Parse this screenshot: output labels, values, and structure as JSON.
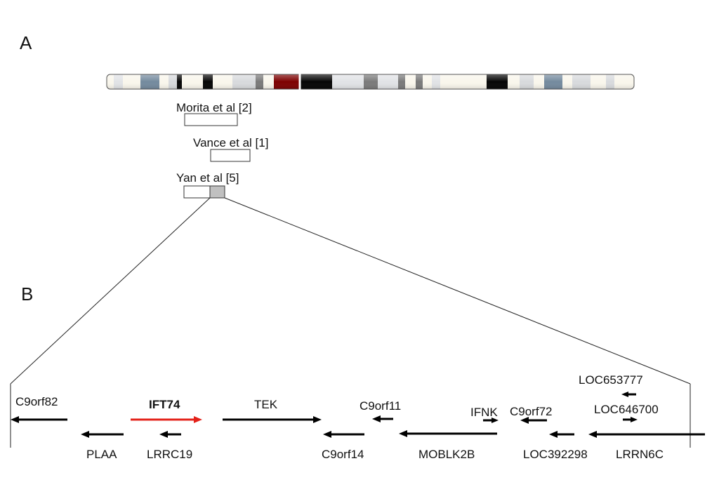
{
  "panels": {
    "a": "A",
    "b": "B"
  },
  "chromosome_bands": [
    {
      "id": "b01",
      "color": "#f9f6ec"
    },
    {
      "id": "b02",
      "color": "#e1e3e6"
    },
    {
      "id": "b03",
      "color": "#f9f6ec"
    },
    {
      "id": "b04",
      "color": "#748a9e"
    },
    {
      "id": "b05",
      "color": "#f9f6ec"
    },
    {
      "id": "b06",
      "color": "#d8dadd"
    },
    {
      "id": "b07",
      "color": "#050505"
    },
    {
      "id": "b08",
      "color": "#f9f6ec"
    },
    {
      "id": "b09",
      "color": "#050505"
    },
    {
      "id": "b10",
      "color": "#f9f6ec"
    },
    {
      "id": "b11",
      "color": "#d8dadd"
    },
    {
      "id": "b12",
      "color": "#7a7a7a"
    },
    {
      "id": "b13",
      "color": "#f9f6ec"
    },
    {
      "id": "b14",
      "color": "#7d0000"
    },
    {
      "id": "b15",
      "color": "#7d0000"
    },
    {
      "id": "b16",
      "color": "#050505"
    },
    {
      "id": "b17",
      "color": "#e1e3e6"
    },
    {
      "id": "b18",
      "color": "#7a7a7a"
    },
    {
      "id": "b19",
      "color": "#e1e3e6"
    },
    {
      "id": "b20",
      "color": "#7a7a7a"
    },
    {
      "id": "b21",
      "color": "#f9f6ec"
    },
    {
      "id": "b22",
      "color": "#7a7a7a"
    },
    {
      "id": "b23",
      "color": "#f9f6ec"
    },
    {
      "id": "b24",
      "color": "#e1e3e6"
    },
    {
      "id": "b25",
      "color": "#f9f6ec"
    },
    {
      "id": "b26",
      "color": "#050505"
    },
    {
      "id": "b27",
      "color": "#f9f6ec"
    },
    {
      "id": "b28",
      "color": "#d8dadd"
    },
    {
      "id": "b29",
      "color": "#f9f6ec"
    },
    {
      "id": "b30",
      "color": "#748a9e"
    },
    {
      "id": "b31",
      "color": "#f9f6ec"
    },
    {
      "id": "b32",
      "color": "#d8dadd"
    },
    {
      "id": "b33",
      "color": "#f9f6ec"
    },
    {
      "id": "b34",
      "color": "#d8dadd"
    },
    {
      "id": "b35",
      "color": "#f9f6ec"
    }
  ],
  "studies": {
    "morita": {
      "label": "Morita et al [2]"
    },
    "vance": {
      "label": "Vance et al [1]"
    },
    "yan": {
      "label": "Yan et al [5]",
      "highlight_color": "#c0c0c0"
    }
  },
  "genes": {
    "c9orf82": "C9orf82",
    "plaa": "PLAA",
    "ift74": {
      "label": "IFT74",
      "color": "#e32119"
    },
    "lrrc19": "LRRC19",
    "tek": "TEK",
    "c9orf14": "C9orf14",
    "c9orf11": "C9orf11",
    "moblk2b": "MOBLK2B",
    "ifnk": "IFNK",
    "c9orf72": "C9orf72",
    "loc392298": "LOC392298",
    "loc653777": "LOC653777",
    "loc646700": "LOC646700",
    "lrrn6c": "LRRN6C"
  }
}
